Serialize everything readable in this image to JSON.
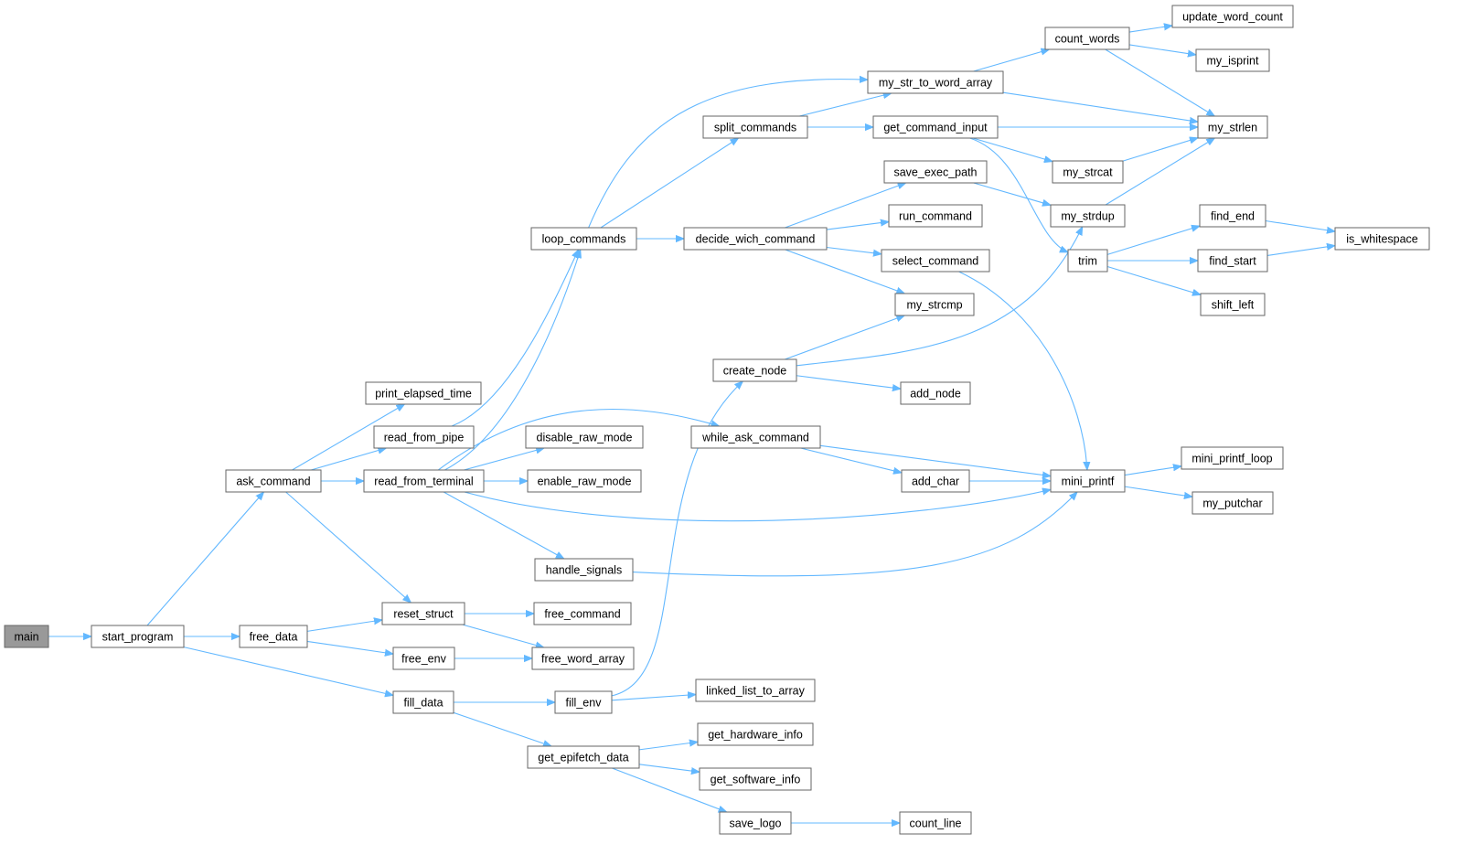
{
  "colors": {
    "edge": "#63b8ff",
    "node_border": "#666666",
    "root_fill": "#999999",
    "node_fill": "#ffffff"
  },
  "nodes": [
    {
      "id": "main",
      "label": "main",
      "root": true
    },
    {
      "id": "start_program",
      "label": "start_program"
    },
    {
      "id": "ask_command",
      "label": "ask_command"
    },
    {
      "id": "free_data",
      "label": "free_data"
    },
    {
      "id": "fill_data",
      "label": "fill_data"
    },
    {
      "id": "print_elapsed_time",
      "label": "print_elapsed_time"
    },
    {
      "id": "read_from_pipe",
      "label": "read_from_pipe"
    },
    {
      "id": "read_from_terminal",
      "label": "read_from_terminal"
    },
    {
      "id": "reset_struct",
      "label": "reset_struct"
    },
    {
      "id": "free_env",
      "label": "free_env"
    },
    {
      "id": "loop_commands",
      "label": "loop_commands"
    },
    {
      "id": "disable_raw_mode",
      "label": "disable_raw_mode"
    },
    {
      "id": "enable_raw_mode",
      "label": "enable_raw_mode"
    },
    {
      "id": "handle_signals",
      "label": "handle_signals"
    },
    {
      "id": "free_command",
      "label": "free_command"
    },
    {
      "id": "free_word_array",
      "label": "free_word_array"
    },
    {
      "id": "fill_env",
      "label": "fill_env"
    },
    {
      "id": "get_epifetch_data",
      "label": "get_epifetch_data"
    },
    {
      "id": "split_commands",
      "label": "split_commands"
    },
    {
      "id": "decide_wich_command",
      "label": "decide_wich_command"
    },
    {
      "id": "create_node",
      "label": "create_node"
    },
    {
      "id": "while_ask_command",
      "label": "while_ask_command"
    },
    {
      "id": "linked_list_to_array",
      "label": "linked_list_to_array"
    },
    {
      "id": "get_hardware_info",
      "label": "get_hardware_info"
    },
    {
      "id": "get_software_info",
      "label": "get_software_info"
    },
    {
      "id": "save_logo",
      "label": "save_logo"
    },
    {
      "id": "my_str_to_word_array",
      "label": "my_str_to_word_array"
    },
    {
      "id": "get_command_input",
      "label": "get_command_input"
    },
    {
      "id": "save_exec_path",
      "label": "save_exec_path"
    },
    {
      "id": "run_command",
      "label": "run_command"
    },
    {
      "id": "select_command",
      "label": "select_command"
    },
    {
      "id": "my_strcmp",
      "label": "my_strcmp"
    },
    {
      "id": "add_node",
      "label": "add_node"
    },
    {
      "id": "add_char",
      "label": "add_char"
    },
    {
      "id": "count_line",
      "label": "count_line"
    },
    {
      "id": "count_words",
      "label": "count_words"
    },
    {
      "id": "my_strcat",
      "label": "my_strcat"
    },
    {
      "id": "my_strdup",
      "label": "my_strdup"
    },
    {
      "id": "trim",
      "label": "trim"
    },
    {
      "id": "mini_printf",
      "label": "mini_printf"
    },
    {
      "id": "update_word_count",
      "label": "update_word_count"
    },
    {
      "id": "my_isprint",
      "label": "my_isprint"
    },
    {
      "id": "my_strlen",
      "label": "my_strlen"
    },
    {
      "id": "find_end",
      "label": "find_end"
    },
    {
      "id": "find_start",
      "label": "find_start"
    },
    {
      "id": "shift_left",
      "label": "shift_left"
    },
    {
      "id": "mini_printf_loop",
      "label": "mini_printf_loop"
    },
    {
      "id": "my_putchar",
      "label": "my_putchar"
    },
    {
      "id": "is_whitespace",
      "label": "is_whitespace"
    }
  ],
  "edges": [
    [
      "main",
      "start_program"
    ],
    [
      "start_program",
      "ask_command"
    ],
    [
      "start_program",
      "free_data"
    ],
    [
      "start_program",
      "fill_data"
    ],
    [
      "ask_command",
      "print_elapsed_time"
    ],
    [
      "ask_command",
      "read_from_pipe"
    ],
    [
      "ask_command",
      "read_from_terminal"
    ],
    [
      "ask_command",
      "reset_struct"
    ],
    [
      "free_data",
      "reset_struct"
    ],
    [
      "free_data",
      "free_env"
    ],
    [
      "read_from_pipe",
      "loop_commands"
    ],
    [
      "read_from_terminal",
      "loop_commands"
    ],
    [
      "read_from_terminal",
      "disable_raw_mode"
    ],
    [
      "read_from_terminal",
      "enable_raw_mode"
    ],
    [
      "read_from_terminal",
      "handle_signals"
    ],
    [
      "read_from_terminal",
      "while_ask_command"
    ],
    [
      "read_from_terminal",
      "mini_printf"
    ],
    [
      "reset_struct",
      "free_command"
    ],
    [
      "reset_struct",
      "free_word_array"
    ],
    [
      "free_env",
      "free_word_array"
    ],
    [
      "fill_data",
      "fill_env"
    ],
    [
      "fill_data",
      "get_epifetch_data"
    ],
    [
      "loop_commands",
      "split_commands"
    ],
    [
      "loop_commands",
      "decide_wich_command"
    ],
    [
      "loop_commands",
      "my_str_to_word_array"
    ],
    [
      "handle_signals",
      "mini_printf"
    ],
    [
      "fill_env",
      "create_node"
    ],
    [
      "fill_env",
      "linked_list_to_array"
    ],
    [
      "get_epifetch_data",
      "get_hardware_info"
    ],
    [
      "get_epifetch_data",
      "get_software_info"
    ],
    [
      "get_epifetch_data",
      "save_logo"
    ],
    [
      "split_commands",
      "my_str_to_word_array"
    ],
    [
      "split_commands",
      "get_command_input"
    ],
    [
      "decide_wich_command",
      "save_exec_path"
    ],
    [
      "decide_wich_command",
      "run_command"
    ],
    [
      "decide_wich_command",
      "select_command"
    ],
    [
      "decide_wich_command",
      "my_strcmp"
    ],
    [
      "create_node",
      "my_strcmp"
    ],
    [
      "create_node",
      "add_node"
    ],
    [
      "create_node",
      "my_strdup"
    ],
    [
      "while_ask_command",
      "add_char"
    ],
    [
      "while_ask_command",
      "mini_printf"
    ],
    [
      "save_logo",
      "count_line"
    ],
    [
      "my_str_to_word_array",
      "count_words"
    ],
    [
      "my_str_to_word_array",
      "my_strlen"
    ],
    [
      "get_command_input",
      "my_strlen"
    ],
    [
      "get_command_input",
      "my_strcat"
    ],
    [
      "get_command_input",
      "trim"
    ],
    [
      "save_exec_path",
      "my_strdup"
    ],
    [
      "select_command",
      "mini_printf"
    ],
    [
      "add_char",
      "mini_printf"
    ],
    [
      "count_words",
      "update_word_count"
    ],
    [
      "count_words",
      "my_isprint"
    ],
    [
      "count_words",
      "my_strlen"
    ],
    [
      "my_strcat",
      "my_strlen"
    ],
    [
      "my_strdup",
      "my_strlen"
    ],
    [
      "trim",
      "find_end"
    ],
    [
      "trim",
      "find_start"
    ],
    [
      "trim",
      "shift_left"
    ],
    [
      "mini_printf",
      "mini_printf_loop"
    ],
    [
      "mini_printf",
      "my_putchar"
    ],
    [
      "find_end",
      "is_whitespace"
    ],
    [
      "find_start",
      "is_whitespace"
    ]
  ]
}
